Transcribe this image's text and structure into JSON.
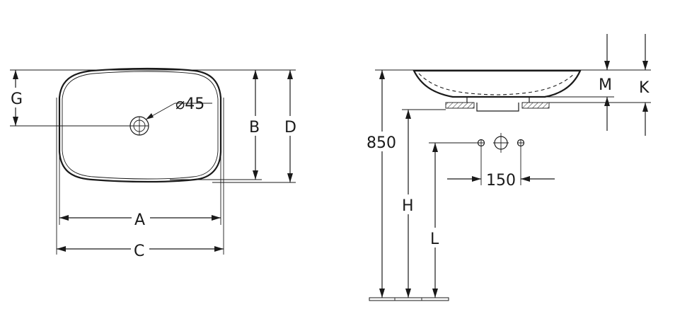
{
  "labels": {
    "hole_diameter": "⌀45",
    "dim_a": "A",
    "dim_b": "B",
    "dim_c": "C",
    "dim_d": "D",
    "dim_g": "G",
    "height_850": "850",
    "dim_h": "H",
    "dim_l": "L",
    "dim_m": "M",
    "dim_k": "K",
    "spacing_150": "150"
  }
}
